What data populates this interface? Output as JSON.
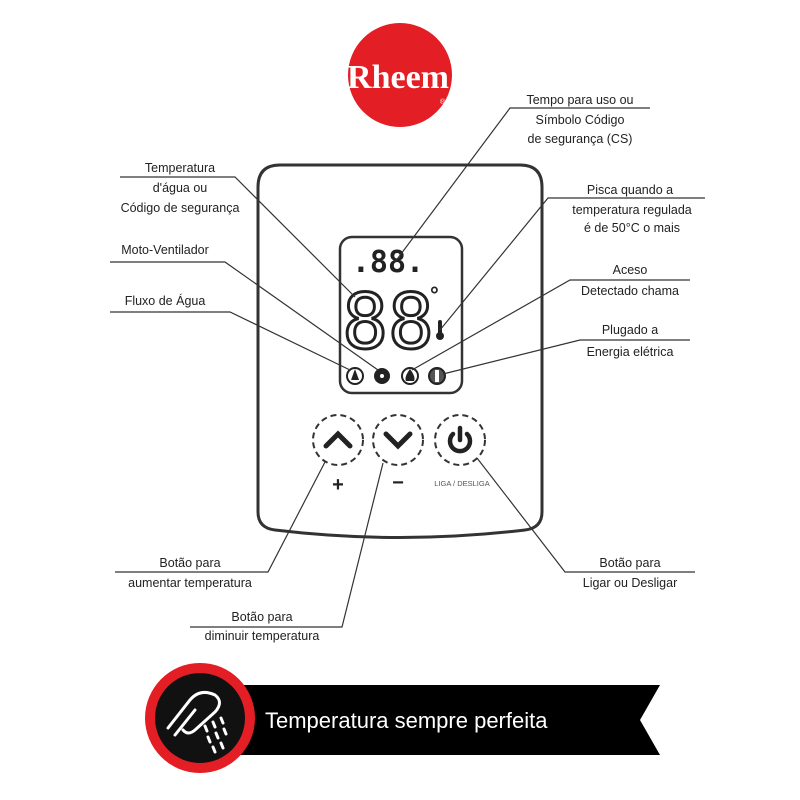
{
  "logo": {
    "text": "Rheem",
    "mark": "®",
    "color": "#e31e24"
  },
  "display": {
    "small_digits": ".88.",
    "big_digits": "88",
    "degree": "°"
  },
  "buttons": {
    "up_symbol": "+",
    "down_symbol": "−",
    "power_label": "LIGA / DESLIGA"
  },
  "labels": {
    "tempo": [
      "Tempo para uso ou",
      "Símbolo Código",
      "de segurança (CS)"
    ],
    "temperatura": [
      "Temperatura",
      "d'água ou",
      "Código de segurança"
    ],
    "ventilador": [
      "Moto-Ventilador"
    ],
    "fluxo": [
      "Fluxo de Água"
    ],
    "pisca": [
      "Pisca quando a",
      "temperatura regulada",
      "é de 50°C o mais"
    ],
    "aceso": [
      "Aceso",
      "Detectado chama"
    ],
    "plugado": [
      "Plugado a",
      "Energia elétrica"
    ],
    "aumentar": [
      "Botão para",
      "aumentar temperatura"
    ],
    "diminuir": [
      "Botão para",
      "diminuir temperatura"
    ],
    "ligar": [
      "Botão para",
      "Ligar ou Desligar"
    ]
  },
  "banner": {
    "text": "Temperatura sempre perfeita",
    "ring_color": "#e31e24"
  }
}
